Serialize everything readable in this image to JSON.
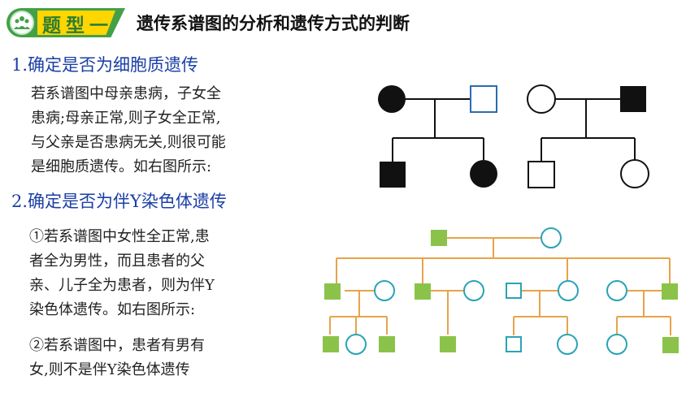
{
  "header": {
    "badge_label": "题型一",
    "title": "遗传系谱图的分析和遗传方式的判断"
  },
  "section1": {
    "heading": "1.确定是否为细胞质遗传",
    "lines": [
      "若系谱图中母亲患病，子女全",
      "患病;母亲正常,则子女全正常,",
      "与父亲是否患病无关,则很可能",
      "是细胞质遗传。如右图所示:"
    ]
  },
  "section2": {
    "heading": "2.确定是否为伴Y染色体遗传",
    "para1_lines": [
      "①若系谱图中女性全正常,患",
      "者全为男性，而且患者的父",
      "亲、儿子全为患者，则为伴Y",
      "染色体遗传。如右图所示:"
    ],
    "para2_lines": [
      "②若系谱图中，患者有男有",
      "女,则不是伴Y染色体遗传"
    ]
  },
  "colors": {
    "badge_green": "#43a047",
    "badge_yellow": "#ffd600",
    "heading_blue": "#1b3fa5",
    "pedigree_line_orange": "#e8a34a",
    "affected_green": "#8bc34a",
    "unaffected_teal": "#2aa3b5",
    "unaffected_blue": "#2b6cb0"
  }
}
